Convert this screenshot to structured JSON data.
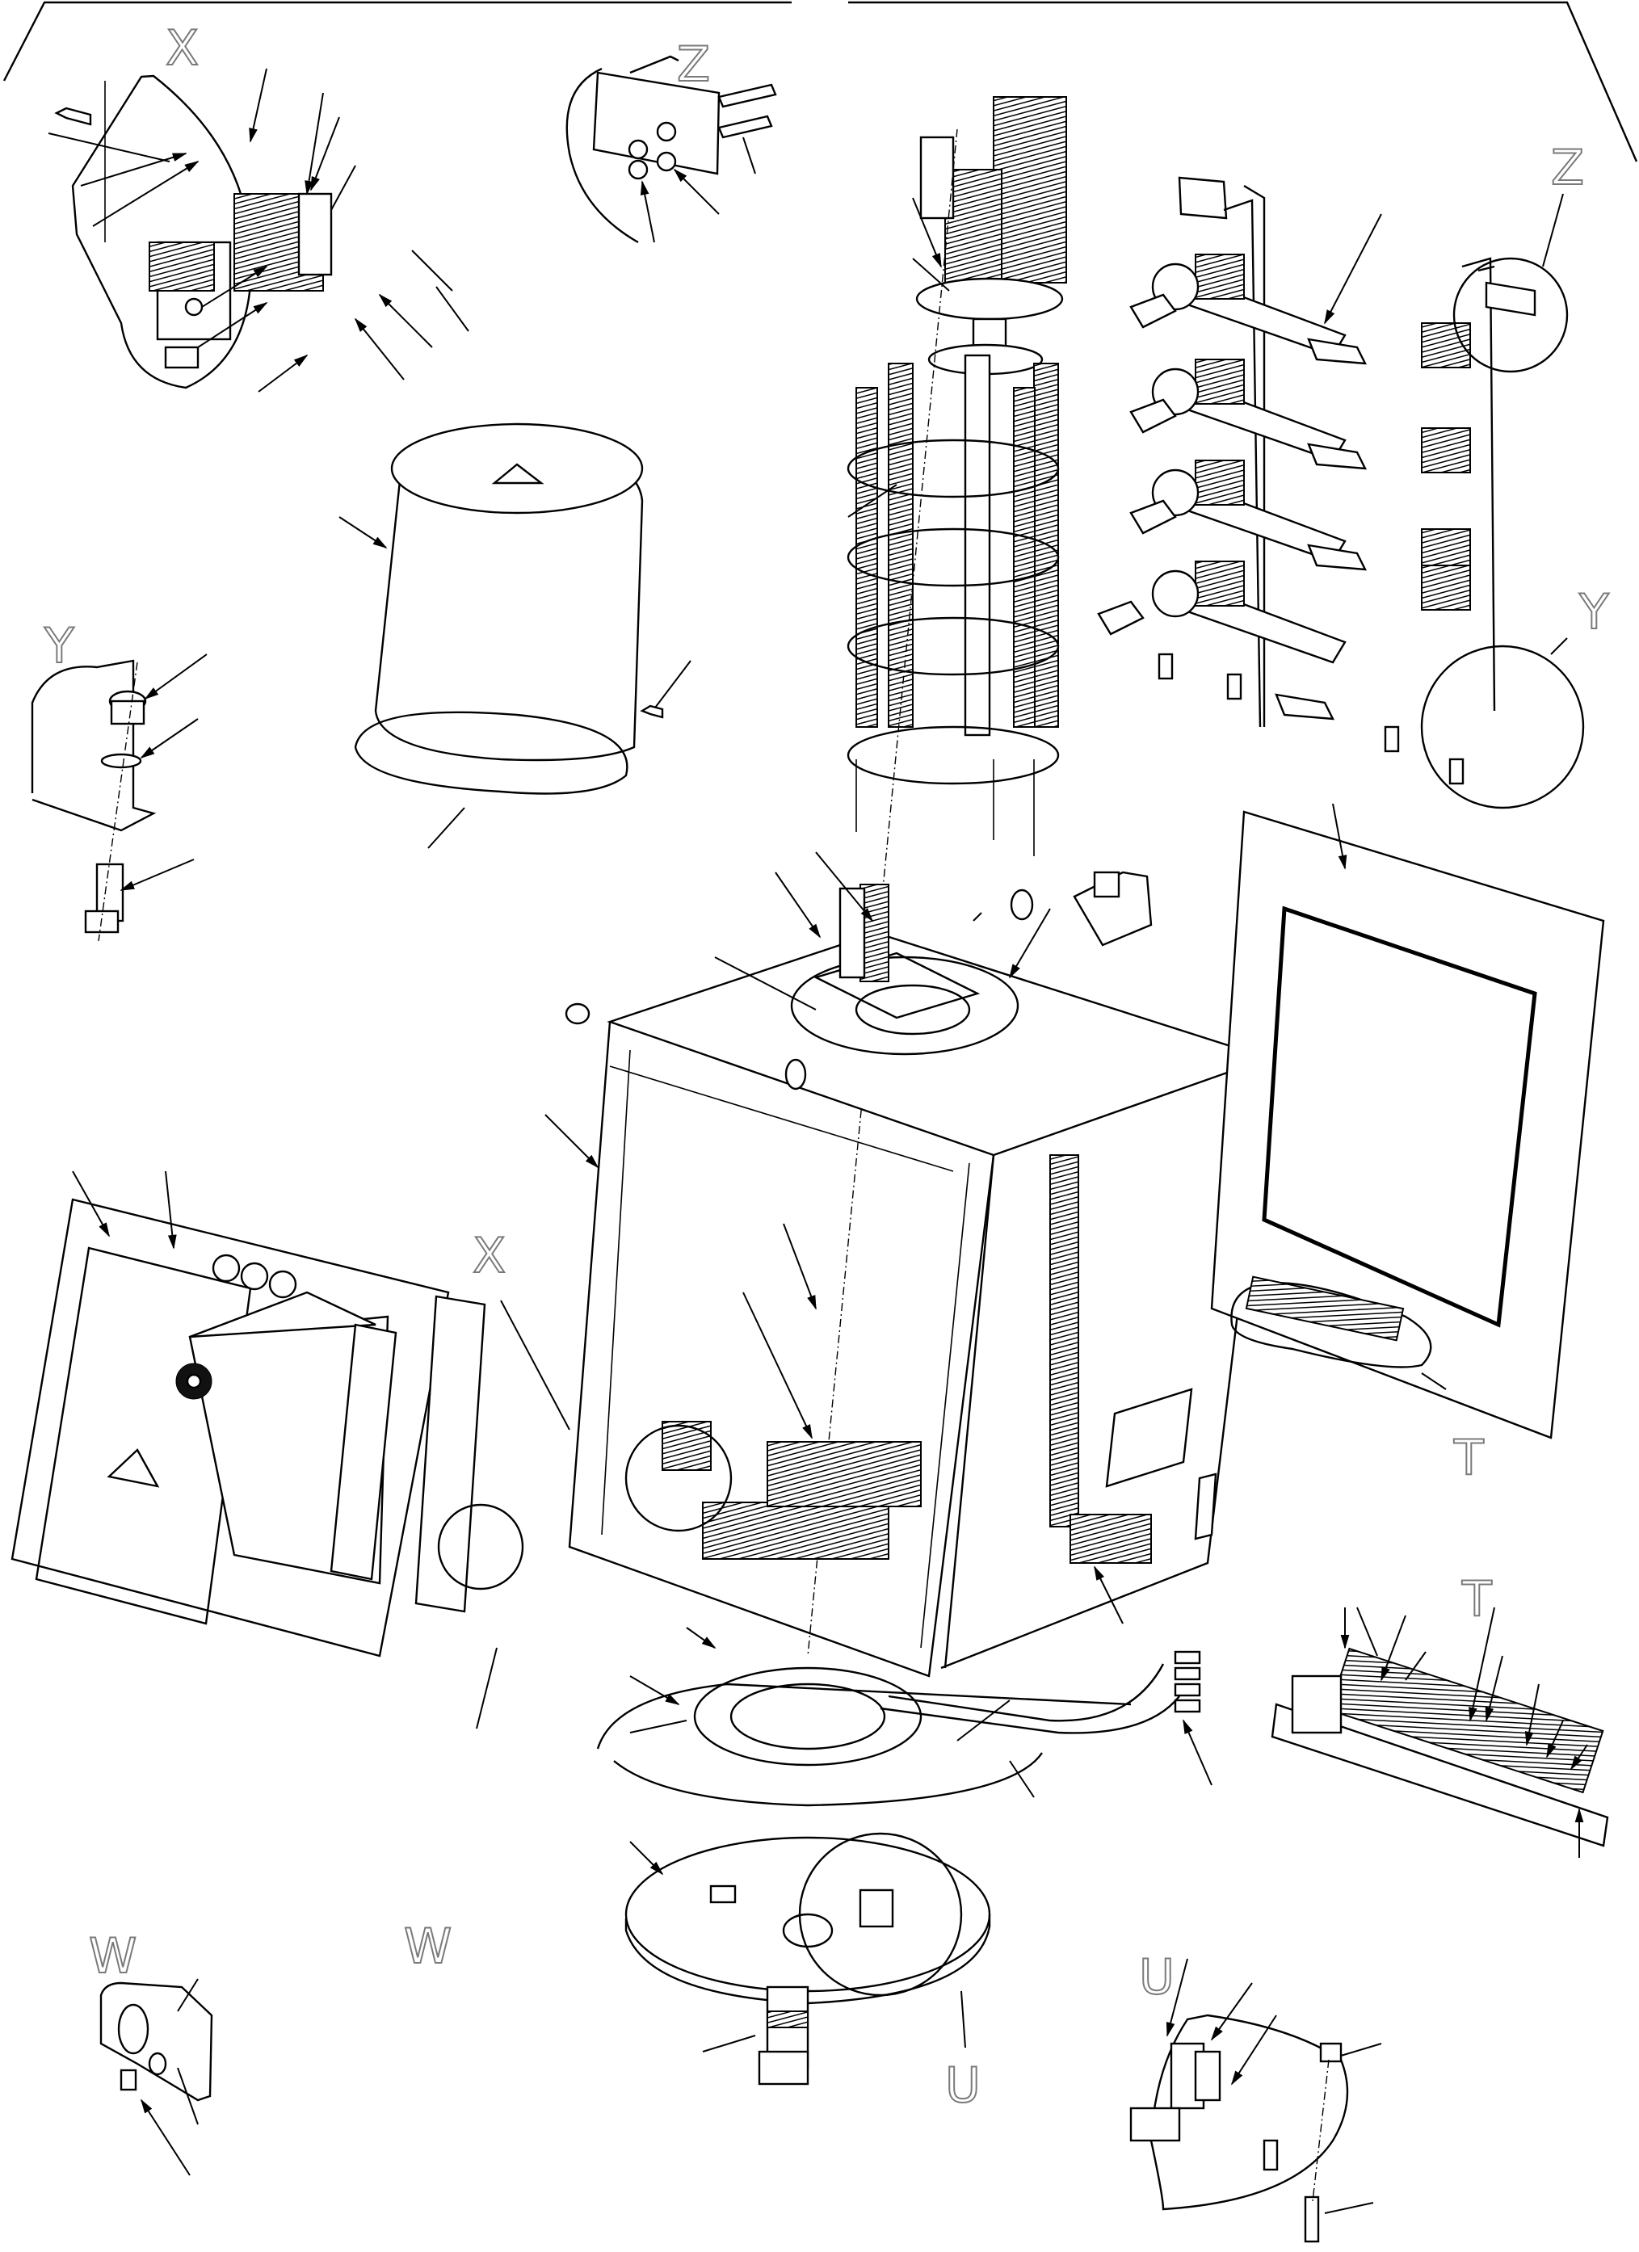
{
  "drawing": {
    "type": "exploded-assembly-view",
    "background": "#ffffff",
    "line_color": "#000000",
    "label_color": "#7a7a7a"
  },
  "detail_labels": [
    {
      "id": "X",
      "text": "X",
      "position": "top-left detail view"
    },
    {
      "id": "Z",
      "text": "Z",
      "position": "top-center detail view"
    },
    {
      "id": "Z2",
      "text": "Z",
      "position": "top-right callout on switch bracket"
    },
    {
      "id": "Y",
      "text": "Y",
      "position": "left detail view"
    },
    {
      "id": "Y2",
      "text": "Y",
      "position": "right callout on switch frame"
    },
    {
      "id": "X2",
      "text": "X",
      "position": "callout inside cabinet"
    },
    {
      "id": "T",
      "text": "T",
      "position": "callout on door terminal strip"
    },
    {
      "id": "T2",
      "text": "T",
      "position": "terminal strip detail view"
    },
    {
      "id": "W",
      "text": "W",
      "position": "callout on side strip"
    },
    {
      "id": "W2",
      "text": "W",
      "position": "bottom-left detail view"
    },
    {
      "id": "U",
      "text": "U",
      "position": "callout on base plate"
    },
    {
      "id": "U2",
      "text": "U",
      "position": "bottom-right detail view"
    }
  ],
  "components": [
    "cylindrical cover",
    "cover gasket ring",
    "rotary selector switch stack",
    "three-phase switch contacts assembly",
    "cabinet enclosure frame",
    "right access door with window",
    "left panel with drive housing",
    "side mounting strip",
    "terminal strip",
    "base ring and cable harness",
    "base plate with bearing block",
    "drive shaft",
    "eye bolts",
    "lamp housing"
  ]
}
